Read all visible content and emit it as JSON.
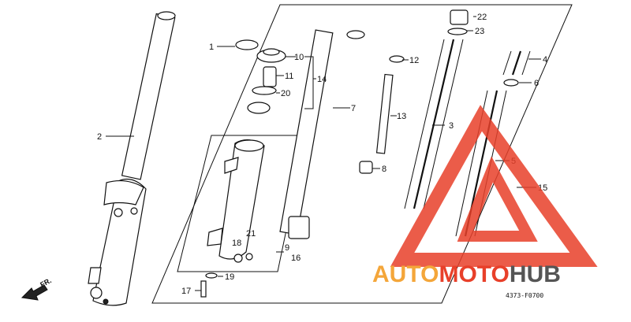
{
  "labels": {
    "p1": "1",
    "p2": "2",
    "p3": "3",
    "p4": "4",
    "p5": "5",
    "p6": "6",
    "p7": "7",
    "p8": "8",
    "p9": "9",
    "p10": "10",
    "p11": "11",
    "p12": "12",
    "p13": "13",
    "p14": "14",
    "p15": "15",
    "p16": "16",
    "p17": "17",
    "p18": "18",
    "p19": "19",
    "p20": "20",
    "p21": "21",
    "p22": "22",
    "p23": "23"
  },
  "diagram_code": "4373-F0700",
  "direction_label": "FR.",
  "watermark": {
    "part1": "AUTO",
    "part2": "MOTO",
    "part3": "HUB",
    "color_orange": "#f4a63a",
    "color_red": "#e8402a",
    "color_gray": "#555555"
  }
}
